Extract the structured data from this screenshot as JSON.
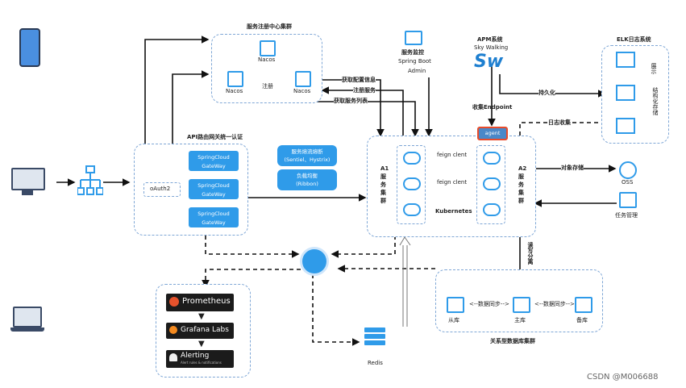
{
  "registry": {
    "title": "服务注册中心集群",
    "nacos_1": "Nacos",
    "nacos_2": "Nacos",
    "nacos_3": "Nacos",
    "register": "注册"
  },
  "monitor": {
    "title": "服务监控",
    "subtitle_1": "Spring Boot",
    "subtitle_2": "Admin"
  },
  "apm": {
    "title": "APM系统",
    "subtitle": "Sky Walking",
    "logo": "Sw"
  },
  "elk": {
    "title": "ELK日志系统",
    "display": "展示",
    "structured_storage": "结构化存储"
  },
  "gateway": {
    "title": "API路由网关统一认证",
    "oauth": "oAuth2",
    "items": [
      "SpringCloud GateWay",
      "SpringCloud GateWay",
      "SpringCloud GateWay"
    ]
  },
  "middle": {
    "circuit_1": "服务熔流熔断",
    "circuit_2": "(Sentiel、Hystrix)",
    "lb_1": "负载均衡",
    "lb_2": "(Ribbon)"
  },
  "flows": {
    "get_config": "获取配置信息",
    "register_service": "注册服务",
    "get_service_list": "获取服务列表",
    "collect_endpoint": "收集Endpoint",
    "persist": "持久化",
    "log_collect": "日志收集",
    "object_storage": "对象存储",
    "rw_split": "读写分离",
    "sync_1": "<--数据同步-->",
    "sync_2": "<--数据同步-->"
  },
  "services": {
    "agent": "agent",
    "a1": "A1\n服\n务\n集\n群",
    "a2": "A2\n服\n务\n集\n群",
    "feign_1": "feign clent",
    "feign_2": "feign clent",
    "kubernetes": "Kubernetes"
  },
  "storage": {
    "oss": "OSS",
    "task": "任务管理",
    "redis": "Redis"
  },
  "db": {
    "title": "关系型数据库集群",
    "slave": "从库",
    "master": "主库",
    "backup": "备库"
  },
  "monitoring_stack": {
    "prometheus": "Prometheus",
    "grafana": "Grafana Labs",
    "alerting": "Alerting",
    "alerting_sub": "Alert rules & notifications"
  },
  "watermark": "CSDN @M006688",
  "colors": {
    "accent": "#2f9be9",
    "dashed_border": "#7fa7d6",
    "arrow": "#111111",
    "agent_border": "#e84b2a"
  }
}
